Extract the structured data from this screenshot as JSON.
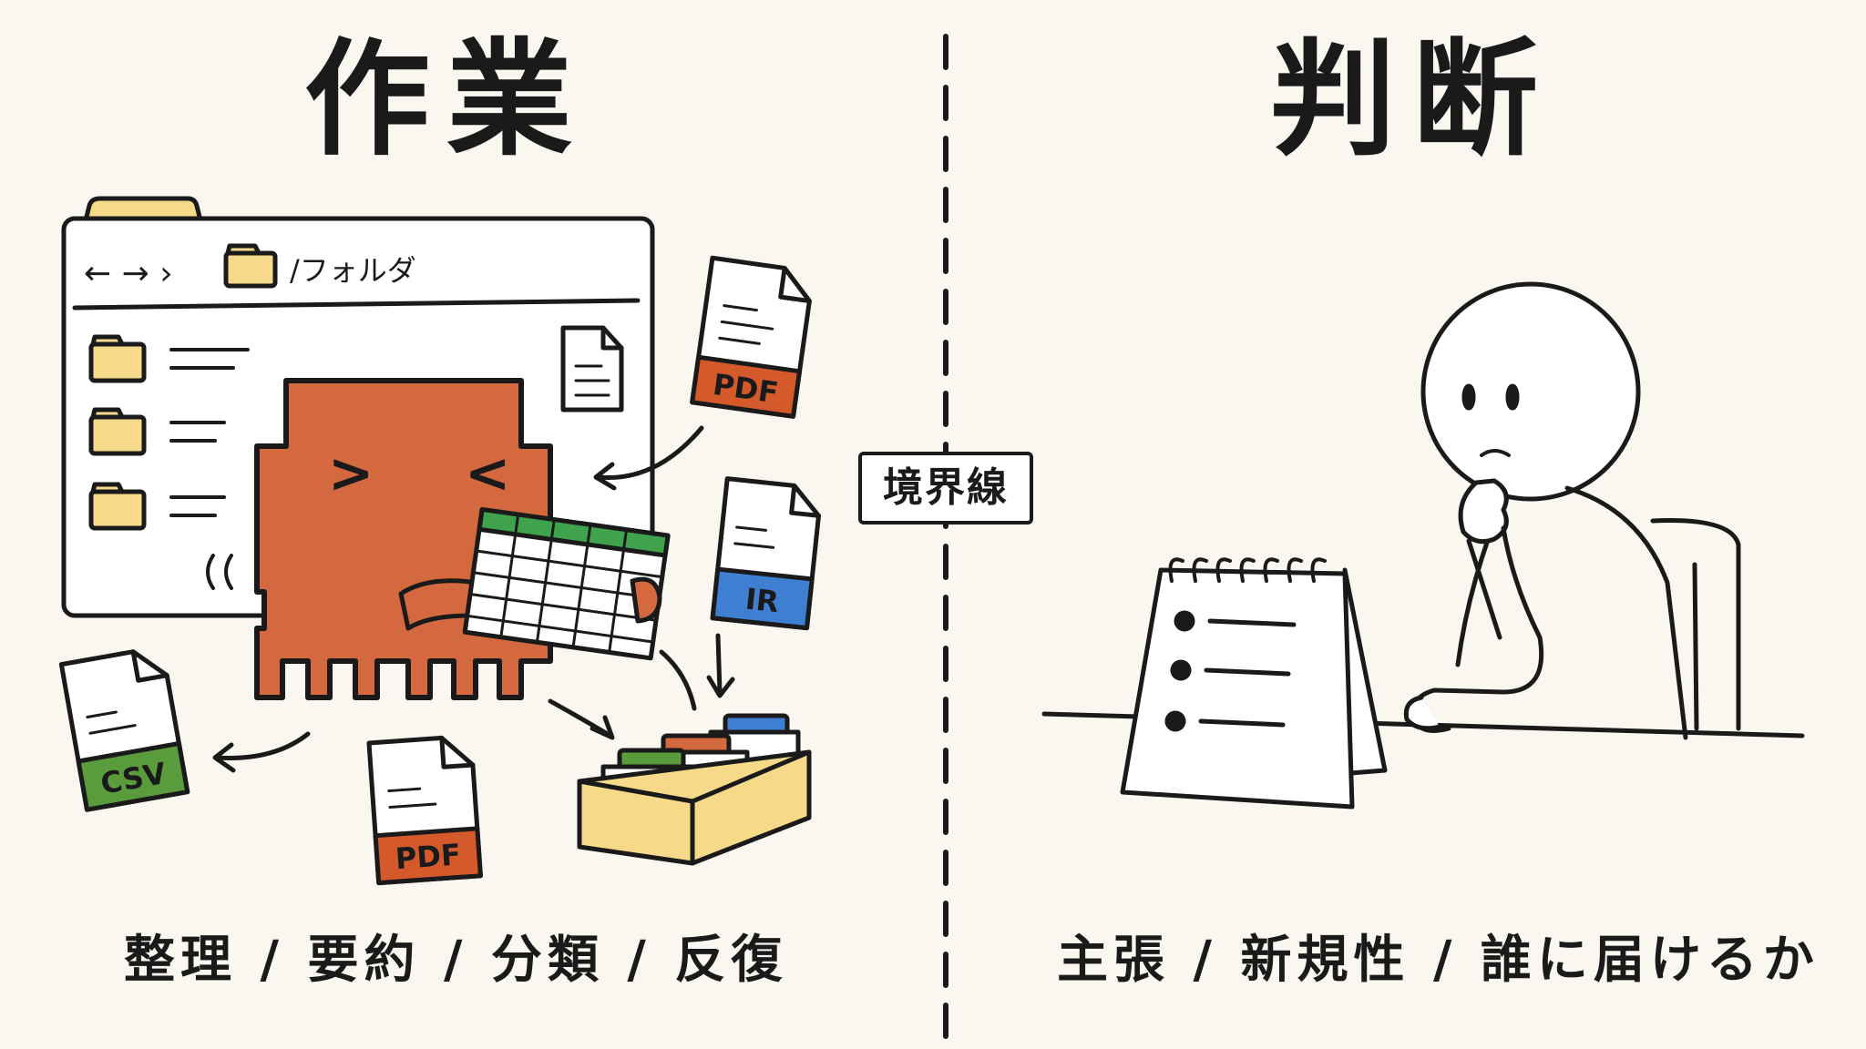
{
  "left": {
    "title": "作業",
    "caption": "整理 / 要約 / 分類 / 反復",
    "window": {
      "nav": "← → ›",
      "path": "/フォルダ"
    },
    "files": {
      "pdf_top": "PDF",
      "ir": "IR",
      "csv": "CSV",
      "pdf_bottom": "PDF"
    }
  },
  "center": {
    "label": "境界線"
  },
  "right": {
    "title": "判断",
    "caption": "主張 / 新規性 / 誰に届けるか"
  },
  "colors": {
    "background": "#faf7f0",
    "mascot": "#d4693f",
    "folder": "#f7d98a",
    "pdf": "#d4592b",
    "ir": "#3f7fd1",
    "csv": "#5a9c3c",
    "sheet_header": "#3fa34d",
    "ink": "#1a1a1a"
  }
}
